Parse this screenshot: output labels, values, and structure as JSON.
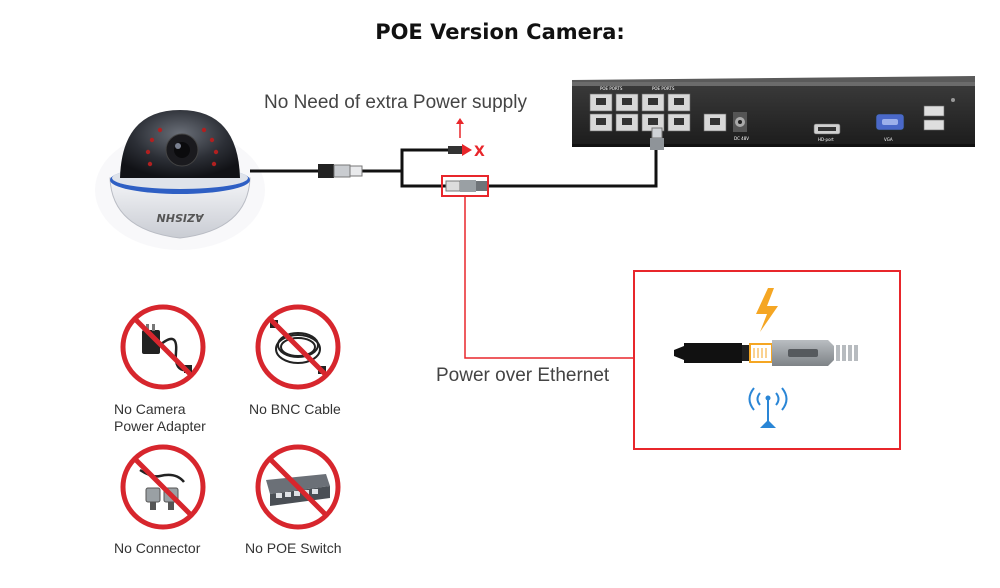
{
  "title": "POE Version Camera:",
  "labels": {
    "no_extra_power": "No Need of extra Power supply",
    "poe": "Power over Ethernet",
    "x_mark": "X"
  },
  "camera": {
    "brand": "AZISHN"
  },
  "nvr": {
    "poe_ports_label_1": "POE PORTS",
    "poe_ports_label_2": "POE PORTS",
    "hdmi_label": "HD-port",
    "vga_label": "VGA",
    "dc_label": "DC 48V"
  },
  "prohibited": [
    {
      "caption_lines": [
        "No Camera",
        "Power Adapter"
      ],
      "icon": "power-adapter-icon"
    },
    {
      "caption_lines": [
        "No BNC Cable"
      ],
      "icon": "bnc-cable-icon"
    },
    {
      "caption_lines": [
        "No Connector"
      ],
      "icon": "bnc-connector-icon"
    },
    {
      "caption_lines": [
        "No POE Switch"
      ],
      "icon": "poe-switch-icon"
    }
  ],
  "colors": {
    "red": "#e8262b",
    "prohibit_red": "#d7262d",
    "lightning": "#f5a623",
    "wifi_blue": "#2a86d6",
    "nvr_body": "#2b2b2b"
  }
}
